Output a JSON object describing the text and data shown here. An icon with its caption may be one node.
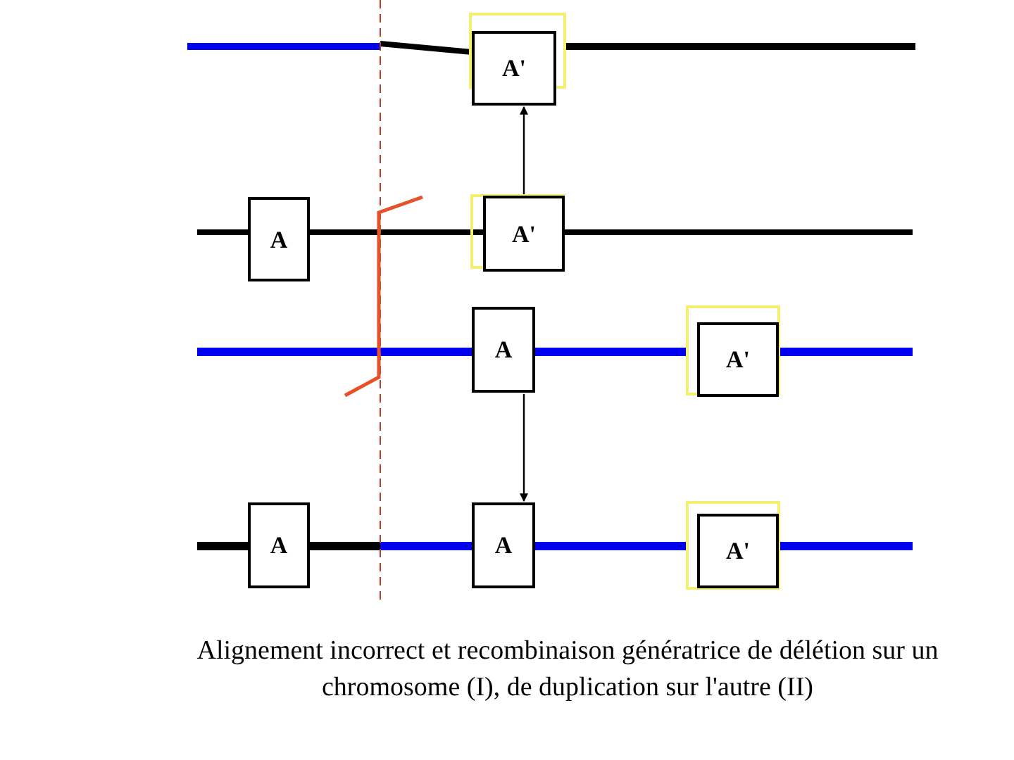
{
  "diagram": {
    "caption": "Alignement incorrect et recombinaison génératrice de délétion sur un chromosome (I), de duplication sur l'autre (II)",
    "nodes": [
      {
        "text": [
          "A'"
        ]
      },
      {
        "text": [
          "A"
        ]
      },
      {
        "text": [
          "A'"
        ]
      },
      {
        "text": [
          "A"
        ]
      },
      {
        "text": [
          "A'"
        ]
      },
      {
        "text": [
          "A"
        ]
      },
      {
        "text": [
          "A"
        ]
      },
      {
        "text": [
          "A'"
        ]
      }
    ],
    "edges": [
      {
        "from": 2,
        "to": 0,
        "arrow": "to"
      },
      {
        "from": 3,
        "to": 6,
        "arrow": "to"
      }
    ]
  }
}
